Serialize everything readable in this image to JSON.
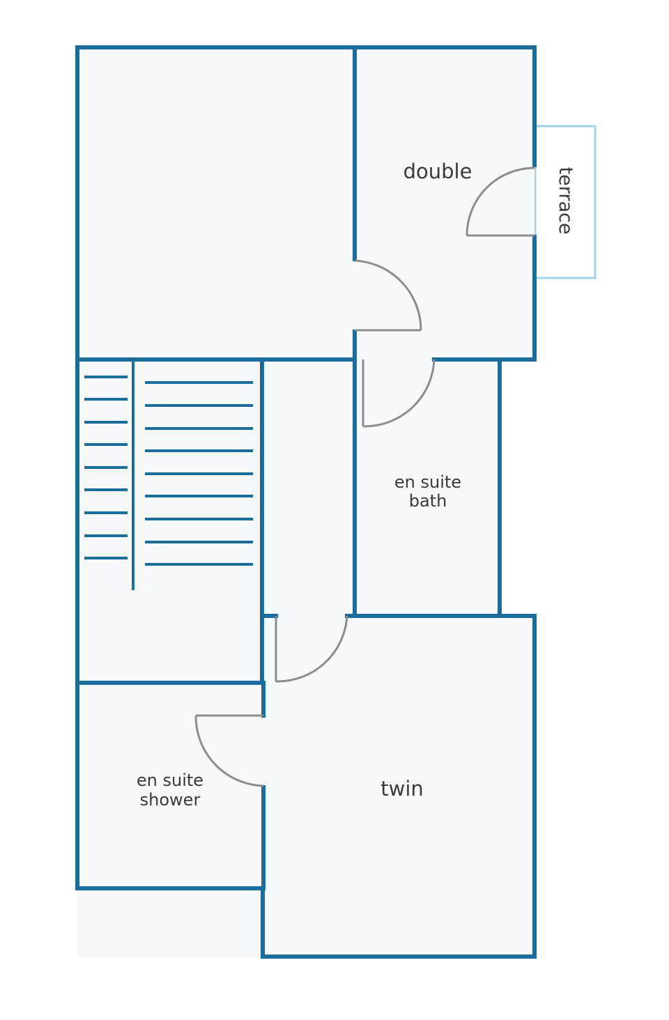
{
  "colors": {
    "wall": "#1b6e9c",
    "floor": "#f7f8f9",
    "door": "#8c8c8c",
    "terrace_outline": "#9fd3ea",
    "label": "#3a3a3a"
  },
  "rooms": {
    "double": "double",
    "terrace": "terrace",
    "en_suite_bath": [
      "en suite",
      "bath"
    ],
    "en_suite_shower": [
      "en suite",
      "shower"
    ],
    "twin": "twin"
  }
}
